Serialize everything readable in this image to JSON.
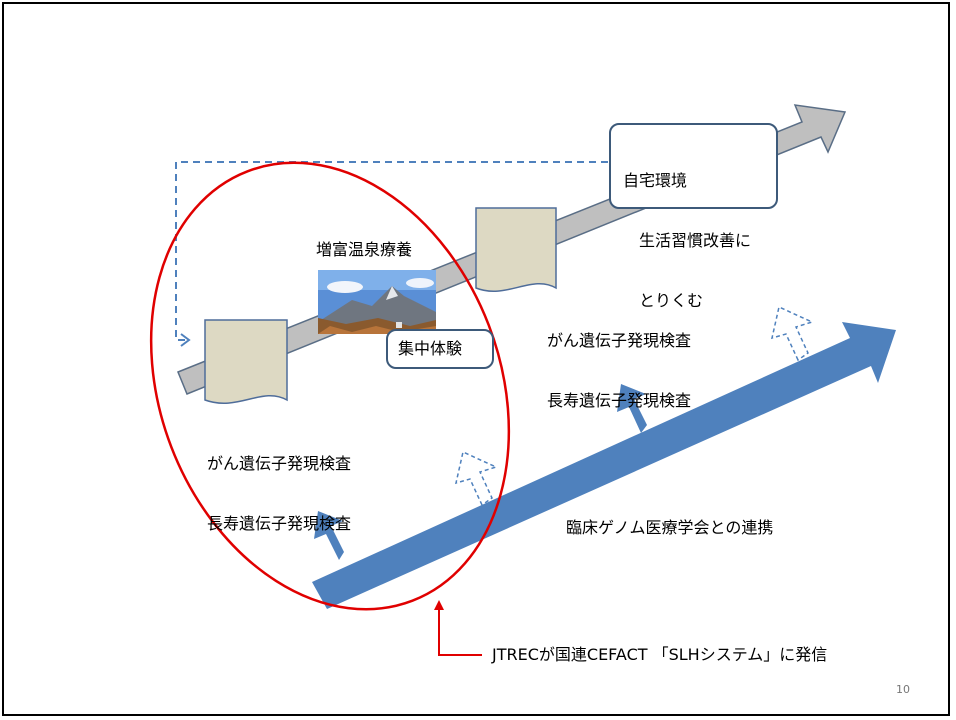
{
  "slide": {
    "page_number": "10",
    "home_box": {
      "line1": "自宅環境",
      "line2": "　生活習慣改善に",
      "line3": "　とりくむ"
    },
    "onsen_label": "増富温泉療養",
    "intensive_label": "集中体験",
    "test_left": {
      "line1": "がん遺伝子発現検査",
      "line2": "長寿遺伝子発現検査"
    },
    "test_right": {
      "line1": "がん遺伝子発現検査",
      "line2": "長寿遺伝子発現検査"
    },
    "collab_label": "臨床ゲノム医療学会との連携",
    "callout": "JTRECが国連CEFACT 「SLHシステム」に発信"
  },
  "colors": {
    "gray_arrow": "#bfbfbf",
    "gray_outline": "#5a6e86",
    "blue_arrow": "#4f81bd",
    "doc_fill": "#ddd9c3",
    "doc_outline": "#4f6d9a",
    "ellipse_red": "#e00000",
    "dashed_blue": "#4f81bd"
  }
}
